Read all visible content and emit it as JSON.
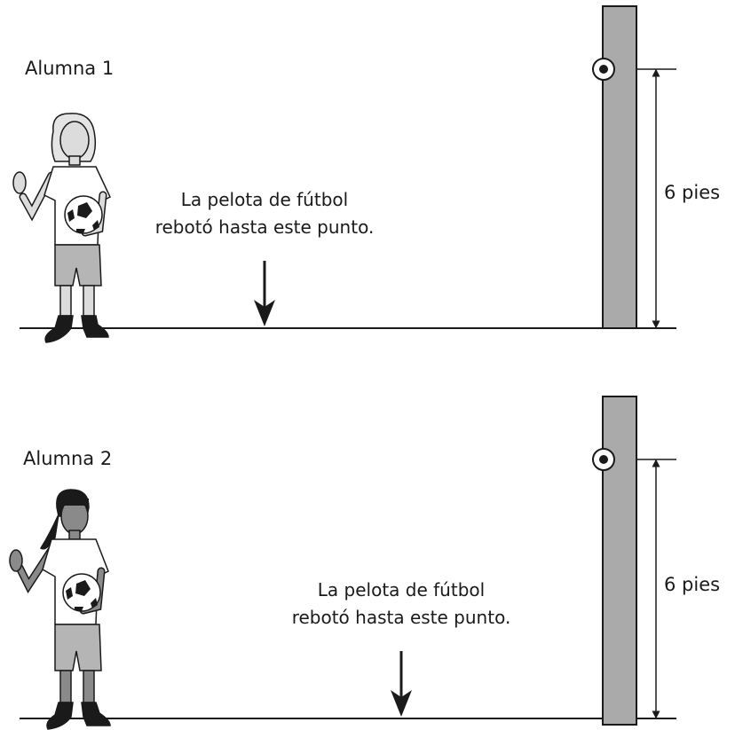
{
  "panels": [
    {
      "student_label": "Alumna 1",
      "caption_line1": "La pelota de fútbol",
      "caption_line2": "rebotó hasta este punto.",
      "height_label": "6 pies"
    },
    {
      "student_label": "Alumna 2",
      "caption_line1": "La pelota de fútbol",
      "caption_line2": "rebotó hasta este punto.",
      "height_label": "6 pies"
    }
  ],
  "colors": {
    "pole": "#aaaaaa",
    "ink": "#1a1a1a",
    "shorts": "#b5b5b5",
    "skin": "#d9d9d9"
  }
}
